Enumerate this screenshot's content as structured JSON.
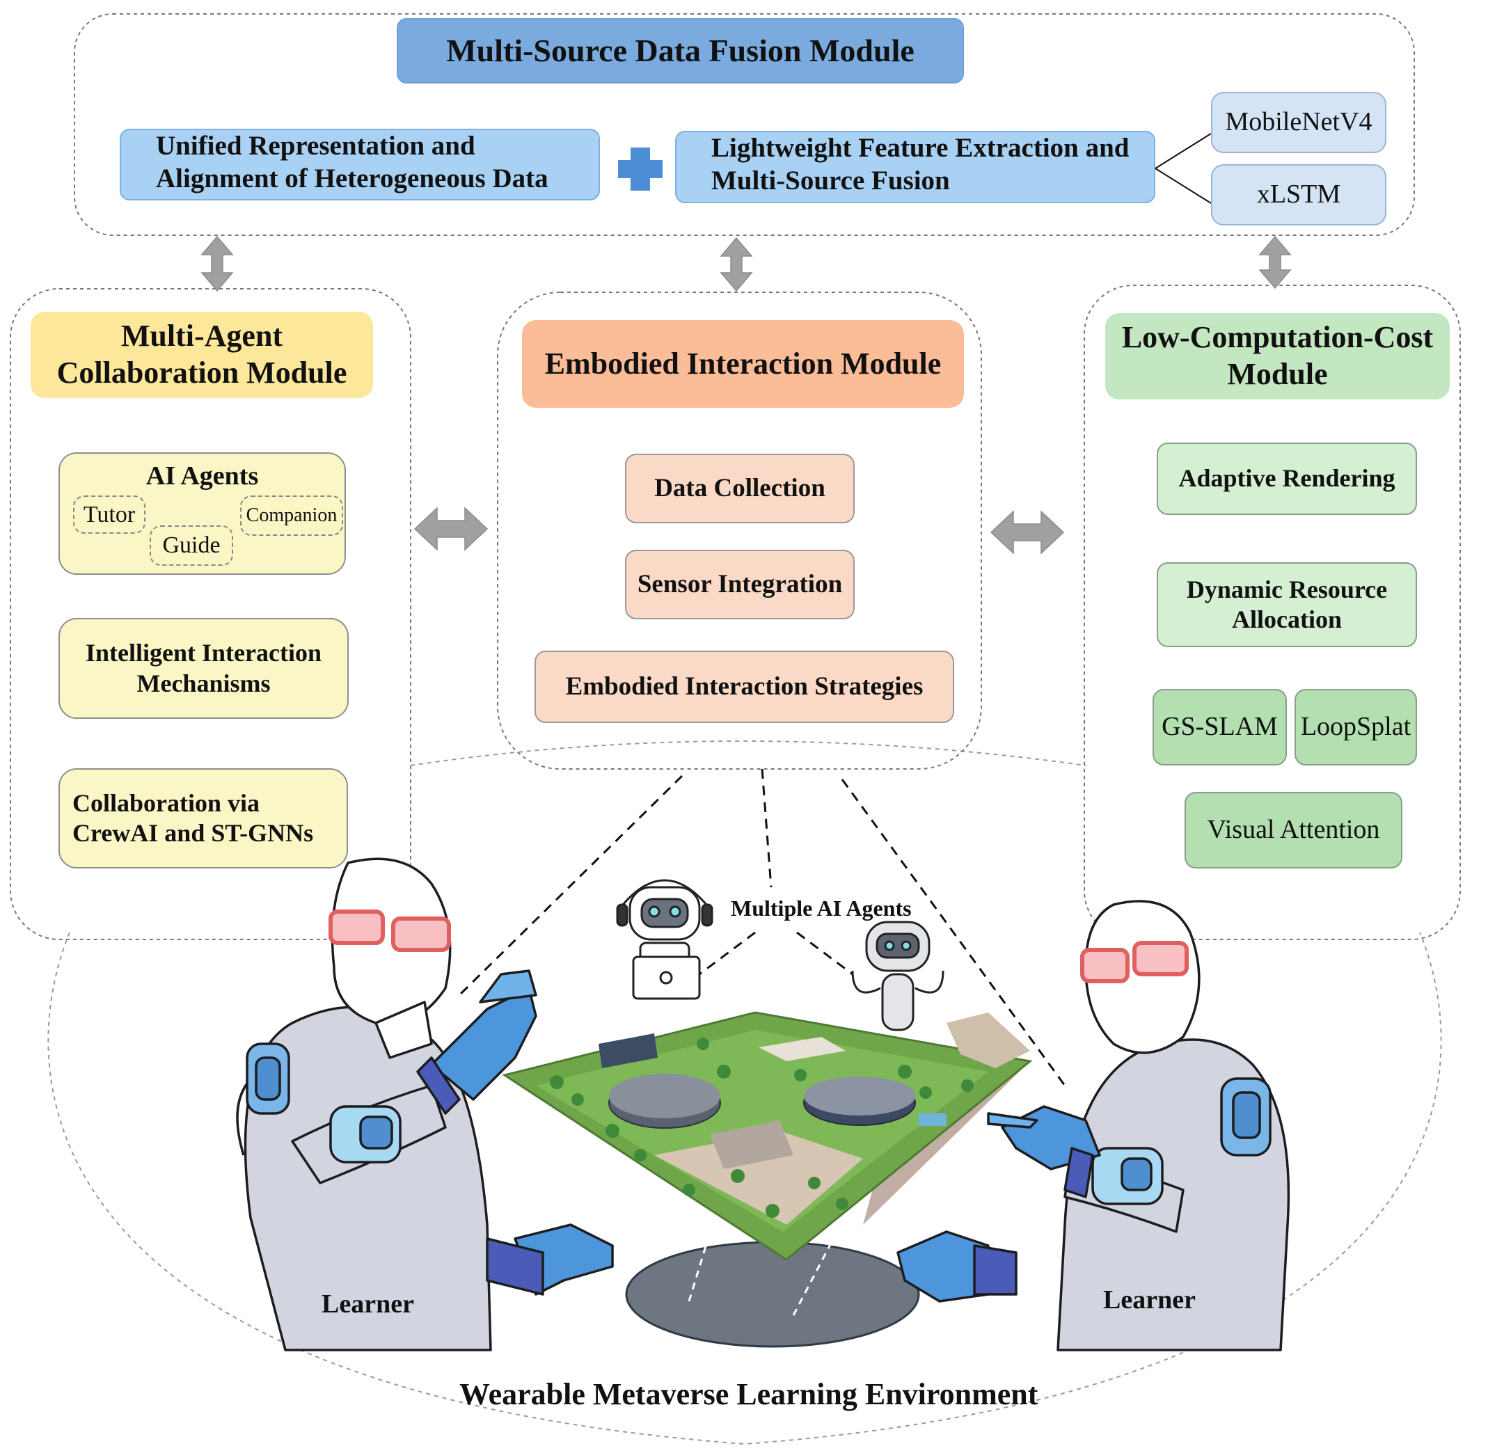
{
  "fusion": {
    "title": "Multi-Source Data Fusion Module",
    "item1_line1": "Unified Representation and",
    "item1_line2": "Alignment of Heterogeneous Data",
    "item2_line1": "Lightweight Feature Extraction and",
    "item2_line2": "Multi-Source Fusion",
    "branch1": "MobileNetV4",
    "branch2": "xLSTM"
  },
  "multi_agent": {
    "title_line1": "Multi-Agent",
    "title_line2": "Collaboration Module",
    "ai_agents": {
      "title": "AI Agents",
      "roles": [
        "Tutor",
        "Companion",
        "Guide"
      ]
    },
    "item2_line1": "Intelligent Interaction",
    "item2_line2": "Mechanisms",
    "item3_line1": "Collaboration via",
    "item3_line2": "CrewAI and ST-GNNs"
  },
  "embodied": {
    "title": "Embodied Interaction Module",
    "items": [
      "Data Collection",
      "Sensor Integration",
      "Embodied Interaction Strategies"
    ]
  },
  "low_cost": {
    "title_line1": "Low-Computation-Cost",
    "title_line2": "Module",
    "item1": "Adaptive Rendering",
    "item2_line1": "Dynamic Resource",
    "item2_line2": "Allocation",
    "item3a": "GS-SLAM",
    "item3b": "LoopSplat",
    "item4": "Visual Attention"
  },
  "scene": {
    "agents_label": "Multiple AI Agents",
    "learner_left": "Learner",
    "learner_right": "Learner",
    "environment_label": "Wearable Metaverse Learning Environment"
  },
  "colors": {
    "fusion": "#7aaade",
    "agent": "#fde79a",
    "embodied": "#fbbd98",
    "lowcost": "#c3e7c0",
    "arrow": "#9a9a9a"
  }
}
